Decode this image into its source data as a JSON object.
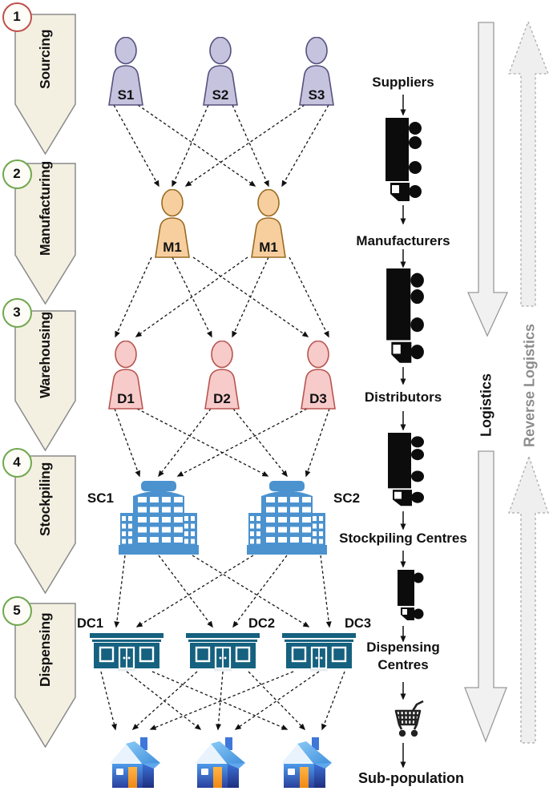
{
  "title": "Supply chain stages diagram",
  "stages": [
    {
      "number": "1",
      "label": "Sourcing",
      "circle_color": "#C0504D"
    },
    {
      "number": "2",
      "label": "Manufacturing",
      "circle_color": "#6FA84F"
    },
    {
      "number": "3",
      "label": "Warehousing",
      "circle_color": "#6FA84F"
    },
    {
      "number": "4",
      "label": "Stockpiling",
      "circle_color": "#6FA84F"
    },
    {
      "number": "5",
      "label": "Dispensing",
      "circle_color": "#6FA84F"
    }
  ],
  "stage_banner_fill": "#F4F0E1",
  "stage_banner_stroke": "#8A8A8A",
  "network": {
    "layers": [
      {
        "name": "suppliers",
        "icon": "person",
        "fill": "#C6C3DF",
        "stroke": "#56517E",
        "nodes": [
          {
            "id": "S1",
            "label": "S1"
          },
          {
            "id": "S2",
            "label": "S2"
          },
          {
            "id": "S3",
            "label": "S3"
          }
        ]
      },
      {
        "name": "manufacturers",
        "icon": "person",
        "fill": "#F7CF9F",
        "stroke": "#9A6A22",
        "nodes": [
          {
            "id": "M1a",
            "label": "M1"
          },
          {
            "id": "M1b",
            "label": "M1"
          }
        ]
      },
      {
        "name": "distributors",
        "icon": "person",
        "fill": "#F6CBC9",
        "stroke": "#B85450",
        "nodes": [
          {
            "id": "D1",
            "label": "D1"
          },
          {
            "id": "D2",
            "label": "D2"
          },
          {
            "id": "D3",
            "label": "D3"
          }
        ]
      },
      {
        "name": "stockpiling-centres",
        "icon": "building",
        "fill": "#4B92CF",
        "nodes": [
          {
            "id": "SC1",
            "label": "SC1",
            "label_side": "left"
          },
          {
            "id": "SC2",
            "label": "SC2",
            "label_side": "right"
          }
        ]
      },
      {
        "name": "dispensing-centres",
        "icon": "store",
        "fill": "#15617F",
        "nodes": [
          {
            "id": "DC1",
            "label": "DC1",
            "label_side": "left"
          },
          {
            "id": "DC2",
            "label": "DC2",
            "label_side": "right"
          },
          {
            "id": "DC3",
            "label": "DC3",
            "label_side": "right"
          }
        ]
      },
      {
        "name": "sub-population",
        "icon": "house",
        "nodes": [
          {
            "id": "H1",
            "label": ""
          },
          {
            "id": "H2",
            "label": ""
          },
          {
            "id": "H3",
            "label": ""
          }
        ]
      }
    ],
    "edges": [
      [
        "S1",
        "M1a"
      ],
      [
        "S1",
        "M1b"
      ],
      [
        "S2",
        "M1a"
      ],
      [
        "S2",
        "M1b"
      ],
      [
        "S3",
        "M1a"
      ],
      [
        "S3",
        "M1b"
      ],
      [
        "M1a",
        "D1"
      ],
      [
        "M1a",
        "D2"
      ],
      [
        "M1a",
        "D3"
      ],
      [
        "M1b",
        "D1"
      ],
      [
        "M1b",
        "D2"
      ],
      [
        "M1b",
        "D3"
      ],
      [
        "D1",
        "SC1"
      ],
      [
        "D1",
        "SC2"
      ],
      [
        "D2",
        "SC1"
      ],
      [
        "D2",
        "SC2"
      ],
      [
        "D3",
        "SC1"
      ],
      [
        "D3",
        "SC2"
      ],
      [
        "SC1",
        "DC1"
      ],
      [
        "SC1",
        "DC2"
      ],
      [
        "SC1",
        "DC3"
      ],
      [
        "SC2",
        "DC1"
      ],
      [
        "SC2",
        "DC2"
      ],
      [
        "SC2",
        "DC3"
      ],
      [
        "DC1",
        "H1"
      ],
      [
        "DC1",
        "H2"
      ],
      [
        "DC1",
        "H3"
      ],
      [
        "DC2",
        "H1"
      ],
      [
        "DC2",
        "H2"
      ],
      [
        "DC2",
        "H3"
      ],
      [
        "DC3",
        "H1"
      ],
      [
        "DC3",
        "H2"
      ],
      [
        "DC3",
        "H3"
      ]
    ]
  },
  "flow_column": {
    "labels": [
      {
        "id": "suppliers",
        "text": "Suppliers"
      },
      {
        "id": "manufacturers",
        "text": "Manufacturers"
      },
      {
        "id": "distributors",
        "text": "Distributors"
      },
      {
        "id": "stockpiling-centres",
        "text": "Stockpiling Centres"
      },
      {
        "id": "dispensing-centres",
        "text": "Dispensing Centres"
      },
      {
        "id": "sub-population",
        "text": "Sub-population"
      }
    ],
    "icons": [
      "truck",
      "truck",
      "truck",
      "van",
      "cart"
    ]
  },
  "side_arrows": {
    "logistics_label": "Logistics",
    "reverse_logistics_label": "Reverse Logistics",
    "solid_arrow_fill": "#F1F1F1",
    "solid_arrow_stroke": "#9A9A9A",
    "dashed_arrow_fill": "#EFEFEF",
    "dashed_arrow_stroke": "#ABABAB",
    "reverse_text_color": "#8C8C8C"
  }
}
